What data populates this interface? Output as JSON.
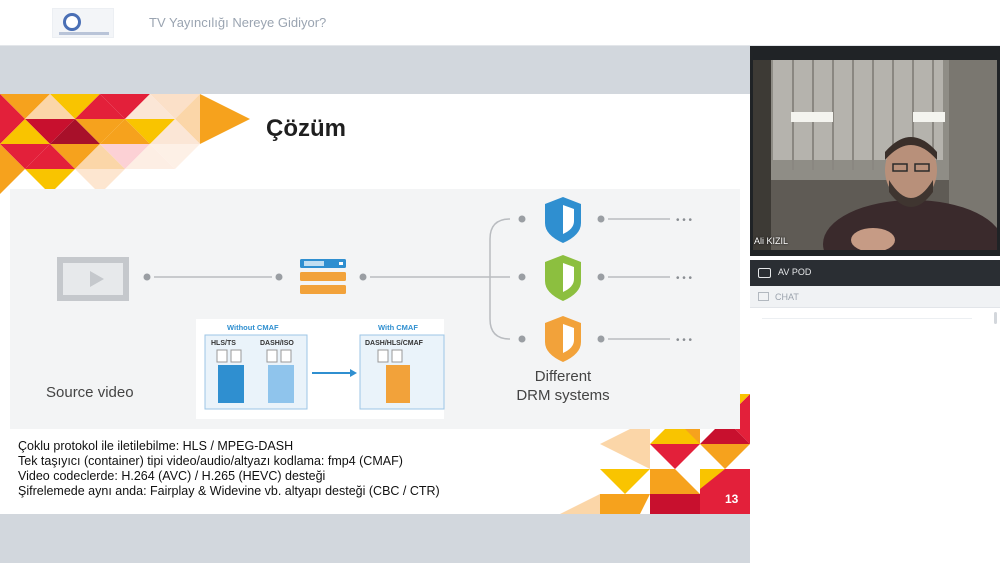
{
  "header": {
    "title": "TV Yayıncılığı Nereye Gidiyor?"
  },
  "slide": {
    "title": "Çözüm",
    "page_number": "13",
    "diagram": {
      "source_label": "Source video",
      "without_cmaf_title": "Without CMAF",
      "with_cmaf_title": "With CMAF",
      "hls_ts_label": "HLS/TS",
      "dash_iso_label": "DASH/ISO",
      "dash_hls_cmaf_label": "DASH/HLS/CMAF",
      "drm_label_line1": "Different",
      "drm_label_line2": "DRM systems",
      "ellipsis": "• • •"
    },
    "bullets": [
      "Çoklu protokol ile iletilebilme: HLS / MPEG-DASH",
      "Tek taşıyıcı (container) tipi video/audio/altyazı kodlama: fmp4 (CMAF)",
      "Video codeclerde: H.264 (AVC) / H.265 (HEVC) desteği",
      "Şifrelemede aynı anda: Fairplay & Widevine vb. altyapı desteği (CBC / CTR)"
    ]
  },
  "sidebar": {
    "presenter_name": "Ali KIZIL",
    "av_panel_label": "AV POD",
    "chat_label": "CHAT"
  },
  "colors": {
    "shield_blue": "#2f8fd0",
    "shield_green": "#8cbf3f",
    "shield_orange": "#f2a23a",
    "server_blue": "#2f8fd0",
    "server_orange": "#f2a23a",
    "triangle_red": "#e3203a",
    "triangle_orange": "#f6a21d",
    "triangle_yellow": "#f9c400"
  }
}
